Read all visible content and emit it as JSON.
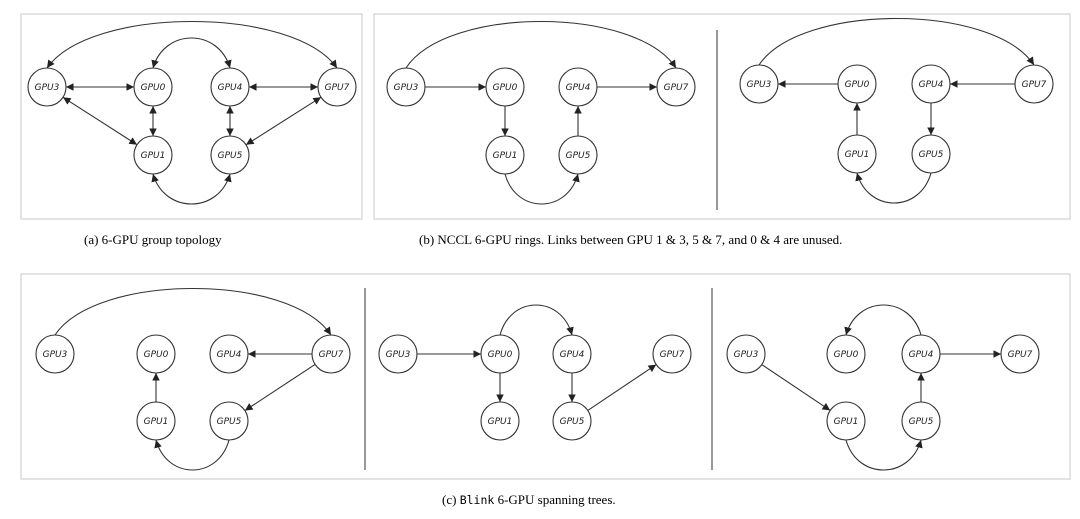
{
  "captions": {
    "a": "(a)  6-GPU group topology",
    "b": "(b)  NCCL 6-GPU rings. Links between GPU 1 & 3, 5 & 7, and 0 & 4 are unused.",
    "c_prefix": "(c)",
    "c_mono": "Blink",
    "c_suffix": "6-GPU spanning trees."
  },
  "gpus": [
    "GPU3",
    "GPU0",
    "GPU4",
    "GPU7",
    "GPU1",
    "GPU5"
  ],
  "panels": [
    {
      "id": "a",
      "edges": [
        [
          "GPU3",
          "GPU7",
          "double",
          "arc-up"
        ],
        [
          "GPU0",
          "GPU4",
          "double",
          "arc-up"
        ],
        [
          "GPU1",
          "GPU5",
          "double",
          "arc-down"
        ],
        [
          "GPU3",
          "GPU0",
          "double",
          "line"
        ],
        [
          "GPU4",
          "GPU7",
          "double",
          "line"
        ],
        [
          "GPU0",
          "GPU1",
          "double",
          "line"
        ],
        [
          "GPU4",
          "GPU5",
          "double",
          "line"
        ],
        [
          "GPU3",
          "GPU1",
          "double",
          "line"
        ],
        [
          "GPU7",
          "GPU5",
          "double",
          "line"
        ]
      ]
    },
    {
      "id": "b-left",
      "edges": [
        [
          "GPU3",
          "GPU7",
          "forward",
          "arc-up"
        ],
        [
          "GPU3",
          "GPU0",
          "forward",
          "line"
        ],
        [
          "GPU0",
          "GPU1",
          "forward",
          "line"
        ],
        [
          "GPU1",
          "GPU5",
          "forward",
          "arc-down"
        ],
        [
          "GPU5",
          "GPU4",
          "forward",
          "line"
        ],
        [
          "GPU4",
          "GPU7",
          "forward",
          "line"
        ]
      ]
    },
    {
      "id": "b-right",
      "edges": [
        [
          "GPU3",
          "GPU7",
          "forward",
          "arc-up"
        ],
        [
          "GPU0",
          "GPU3",
          "forward",
          "line"
        ],
        [
          "GPU1",
          "GPU0",
          "forward",
          "line"
        ],
        [
          "GPU5",
          "GPU1",
          "forward",
          "arc-down"
        ],
        [
          "GPU4",
          "GPU5",
          "forward",
          "line"
        ],
        [
          "GPU7",
          "GPU4",
          "forward",
          "line"
        ]
      ]
    },
    {
      "id": "c-1",
      "edges": [
        [
          "GPU3",
          "GPU7",
          "forward",
          "arc-up"
        ],
        [
          "GPU7",
          "GPU4",
          "forward",
          "line"
        ],
        [
          "GPU7",
          "GPU5",
          "forward",
          "line"
        ],
        [
          "GPU5",
          "GPU1",
          "forward",
          "arc-down"
        ],
        [
          "GPU1",
          "GPU0",
          "forward",
          "line"
        ]
      ]
    },
    {
      "id": "c-2",
      "edges": [
        [
          "GPU3",
          "GPU0",
          "forward",
          "line"
        ],
        [
          "GPU0",
          "GPU4",
          "forward",
          "arc-up"
        ],
        [
          "GPU0",
          "GPU1",
          "forward",
          "line"
        ],
        [
          "GPU4",
          "GPU5",
          "forward",
          "line"
        ],
        [
          "GPU5",
          "GPU7",
          "forward",
          "line"
        ]
      ]
    },
    {
      "id": "c-3",
      "edges": [
        [
          "GPU3",
          "GPU1",
          "forward",
          "line"
        ],
        [
          "GPU1",
          "GPU5",
          "forward",
          "arc-down"
        ],
        [
          "GPU5",
          "GPU4",
          "forward",
          "line"
        ],
        [
          "GPU4",
          "GPU0",
          "forward",
          "arc-up"
        ],
        [
          "GPU4",
          "GPU7",
          "forward",
          "line"
        ]
      ]
    }
  ]
}
